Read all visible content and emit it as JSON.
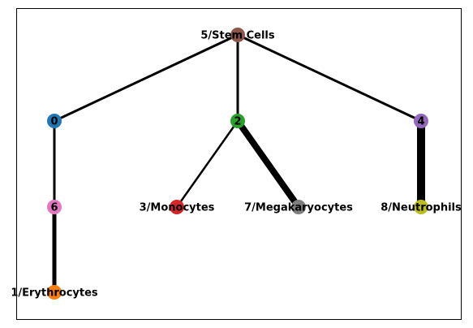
{
  "nodes": [
    {
      "id": "5",
      "label": "5/Stem Cells",
      "color": "#8c564b"
    },
    {
      "id": "0",
      "label": "0",
      "color": "#1f77b4"
    },
    {
      "id": "2",
      "label": "2",
      "color": "#2ca02c"
    },
    {
      "id": "4",
      "label": "4",
      "color": "#9467bd"
    },
    {
      "id": "6",
      "label": "6",
      "color": "#e377c2"
    },
    {
      "id": "3",
      "label": "3/Monocytes",
      "color": "#d62728"
    },
    {
      "id": "7",
      "label": "7/Megakaryocytes",
      "color": "#7f7f7f"
    },
    {
      "id": "8",
      "label": "8/Neutrophils",
      "color": "#bcbd22"
    },
    {
      "id": "1",
      "label": "1/Erythrocytes",
      "color": "#ff7f0e"
    }
  ],
  "edges": [
    {
      "source": "5",
      "target": "0",
      "weight": 3
    },
    {
      "source": "5",
      "target": "2",
      "weight": 3
    },
    {
      "source": "5",
      "target": "4",
      "weight": 3
    },
    {
      "source": "0",
      "target": "6",
      "weight": 3
    },
    {
      "source": "6",
      "target": "1",
      "weight": 5
    },
    {
      "source": "2",
      "target": "3",
      "weight": 2.5
    },
    {
      "source": "2",
      "target": "7",
      "weight": 8
    },
    {
      "source": "4",
      "target": "8",
      "weight": 10
    }
  ]
}
